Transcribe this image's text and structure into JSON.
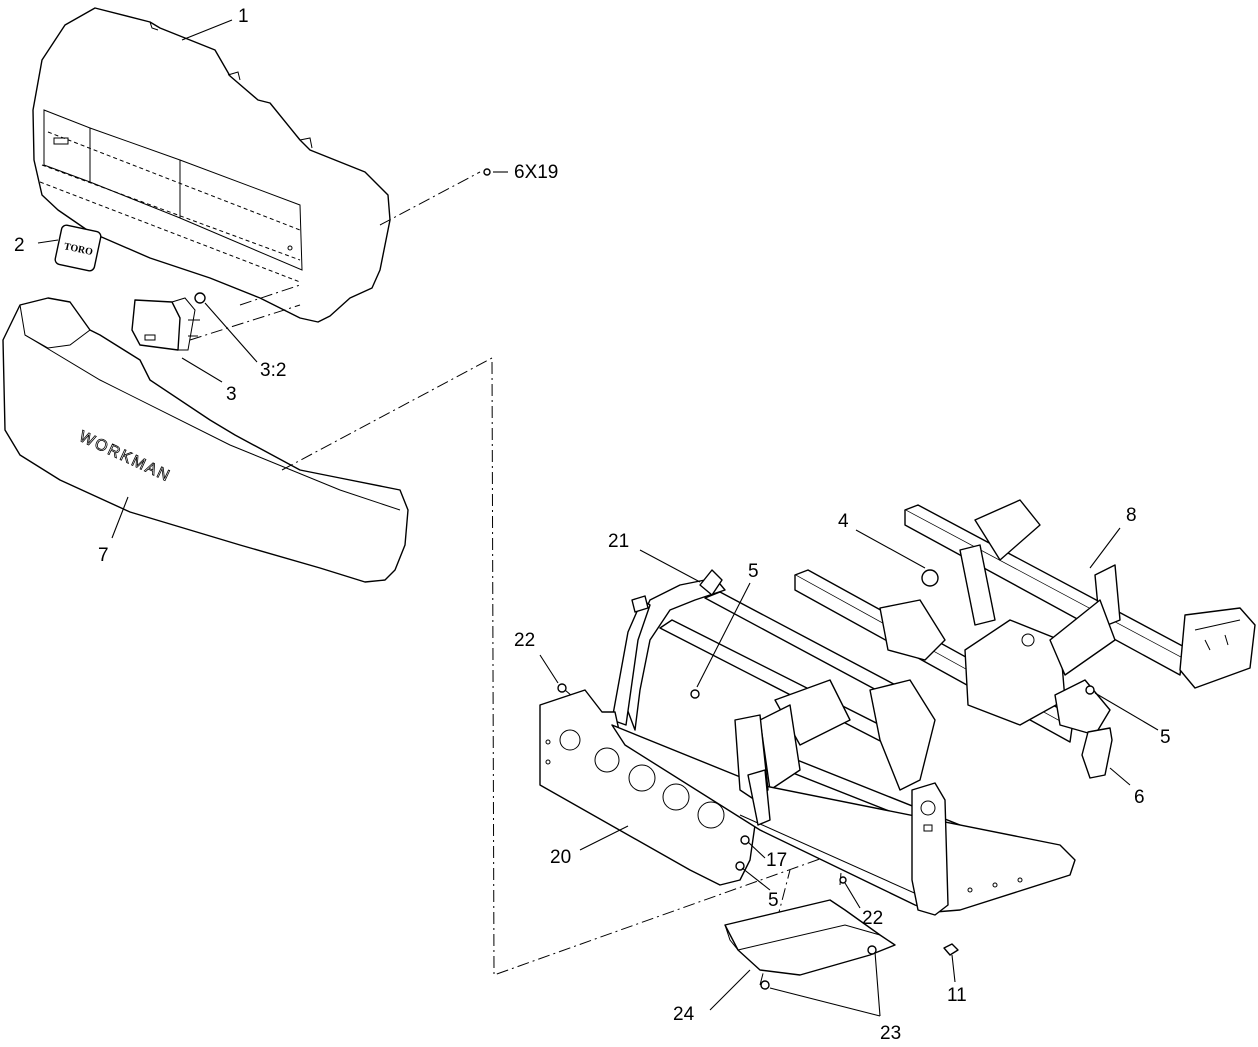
{
  "diagram": {
    "callouts": {
      "c1": "1",
      "c2": "2",
      "c3": "3",
      "c3_2": "3:2",
      "c6x19": "6X19",
      "c7": "7",
      "c4": "4",
      "c8": "8",
      "c21": "21",
      "c5a": "5",
      "c22a": "22",
      "c5b": "5",
      "c6": "6",
      "c20": "20",
      "c17": "17",
      "c5c": "5",
      "c22b": "22",
      "c11": "11",
      "c24": "24",
      "c23": "23"
    },
    "embossed_text": {
      "bumper_lettering": "WORKMAN",
      "badge_lettering": "TORO"
    }
  }
}
